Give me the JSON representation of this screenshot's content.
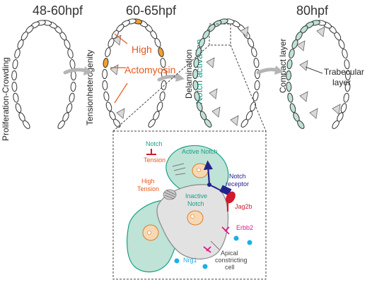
{
  "stages": [
    {
      "label": "48-60hpf"
    },
    {
      "label": "60-65hpf"
    },
    {
      "label": "80hpf"
    }
  ],
  "side_labels": {
    "proliferation": "Proliferation-Crowding",
    "tension": "Tensionheterogenity",
    "delamination": "Delamination",
    "notch_activation": "Notch  activation",
    "compact": "Compact layer"
  },
  "annotations": {
    "high": "High",
    "actomyosin": "Actomyosin",
    "trabecular_line1": "Trabecular",
    "trabecular_line2": "layer"
  },
  "inset": {
    "notch": "Notch",
    "tension": "Tension",
    "active_notch": "Active Notch",
    "notch_receptor_line1": "Notch",
    "notch_receptor_line2": "receptor",
    "high_line1": "High",
    "high_line2": "Tension",
    "inactive_line1": "Inactive",
    "inactive_line2": "Notch",
    "jag2b": "Jag2b",
    "erbb2": "Erbb2",
    "apical_line1": "Apical",
    "apical_line2": "constricting",
    "apical_line3": "cell",
    "nrg1": "Nrg1"
  },
  "colors": {
    "orange": "#e8561c",
    "teal": "#1a9e88",
    "teal_fill": "#bfe3d6",
    "navy": "#23238e",
    "red": "#d11a2a",
    "magenta": "#e0188a",
    "cyan": "#1ab0e8",
    "gray_fill": "#dcdcdc"
  }
}
